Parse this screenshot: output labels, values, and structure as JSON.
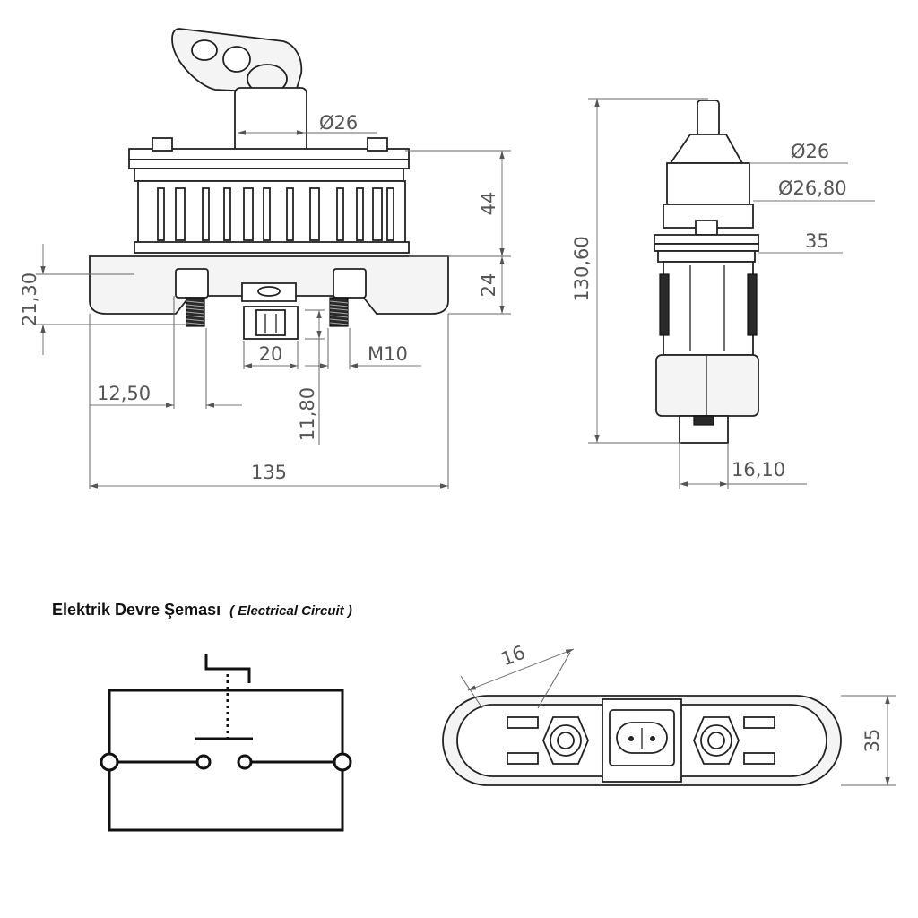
{
  "front_view": {
    "dia_top": "Ø26",
    "height_upper": "44",
    "height_lower": "24",
    "left_height": "21,30",
    "connector_width": "20",
    "thread": "M10",
    "stud_offset": "12,50",
    "connector_depth": "11,80",
    "total_width": "135"
  },
  "side_view": {
    "total_height": "130,60",
    "dia_shaft": "Ø26",
    "dia_collar": "Ø26,80",
    "flange": "35",
    "connector_width": "16,10"
  },
  "circuit_section": {
    "title": "Elektrik Devre Şeması",
    "subtitle": "( Electrical Circuit )"
  },
  "bottom_view": {
    "slot_width": "16",
    "height": "35"
  }
}
